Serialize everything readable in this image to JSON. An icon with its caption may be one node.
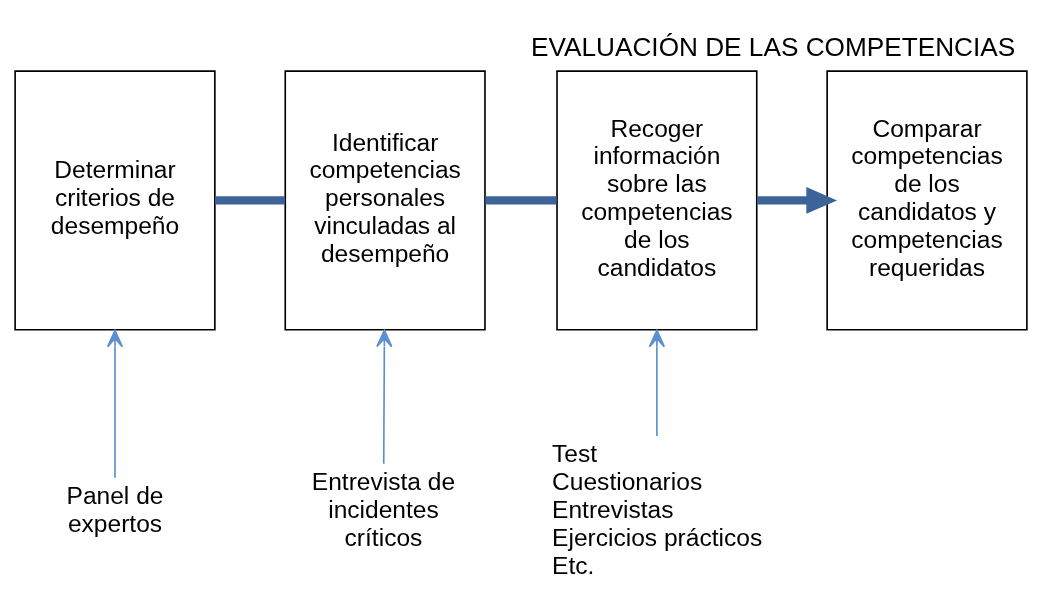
{
  "diagram": {
    "title": "EVALUACIÓN DE LAS COMPETENCIAS",
    "nodes": [
      {
        "text": [
          "Determinar criterios de desempeño"
        ]
      },
      {
        "text": [
          "Identificar competencias personales vinculadas al desempeño"
        ]
      },
      {
        "text": [
          "Recoger información sobre las competencias de los candidatos"
        ]
      },
      {
        "text": [
          "Comparar competencias de los candidatos y competencias requeridas"
        ]
      },
      {
        "text": [
          "Panel de expertos"
        ]
      },
      {
        "text": [
          "Entrevista de incidentes críticos"
        ]
      },
      {
        "text": [
          "Test",
          "Cuestionarios",
          "Entrevistas",
          "Ejercicios prácticos",
          "Etc."
        ]
      }
    ],
    "edges": [
      {
        "from": 0,
        "to": 1,
        "arrow": "none",
        "style": "thick",
        "color": "#3c6499"
      },
      {
        "from": 1,
        "to": 2,
        "arrow": "none",
        "style": "thick",
        "color": "#3c6499"
      },
      {
        "from": 2,
        "to": 3,
        "arrow": "to",
        "style": "thick",
        "color": "#3c6499"
      },
      {
        "from": 4,
        "to": 0,
        "arrow": "to"
      },
      {
        "from": 5,
        "to": 1,
        "arrow": "to"
      },
      {
        "from": 6,
        "to": 2,
        "arrow": "to"
      }
    ]
  }
}
